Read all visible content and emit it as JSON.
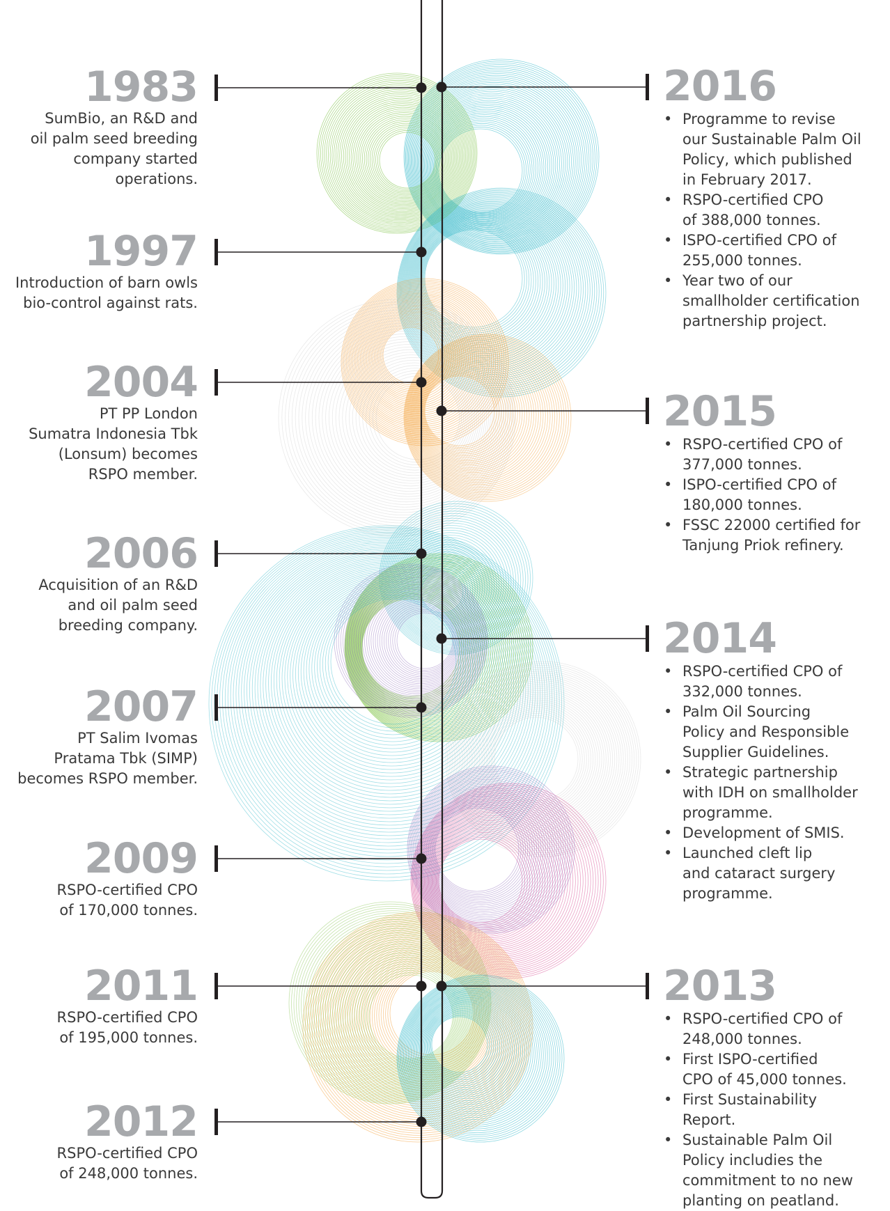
{
  "timeline": {
    "left_events": [
      {
        "year": "1983",
        "desc": "SumBio, an R&D and\noil palm seed breeding\ncompany started\noperations."
      },
      {
        "year": "1997",
        "desc": "Introduction of barn owls\nbio-control against rats."
      },
      {
        "year": "2004",
        "desc": "PT PP London\nSumatra Indonesia Tbk\n(Lonsum) becomes\nRSPO member."
      },
      {
        "year": "2006",
        "desc": "Acquisition of an R&D\nand oil palm seed\nbreeding company."
      },
      {
        "year": "2007",
        "desc": "PT Salim Ivomas\nPratama Tbk (SIMP)\nbecomes RSPO member."
      },
      {
        "year": "2009",
        "desc": "RSPO-certified CPO\nof 170,000 tonnes."
      },
      {
        "year": "2011",
        "desc": "RSPO-certified CPO\nof 195,000 tonnes."
      },
      {
        "year": "2012",
        "desc": "RSPO-certified CPO\nof 248,000 tonnes."
      }
    ],
    "right_events": [
      {
        "year": "2016",
        "items": [
          "Programme to revise\nour Sustainable Palm Oil\nPolicy, which published\nin February 2017.",
          "RSPO-certified CPO\nof 388,000 tonnes.",
          "ISPO-certified CPO of\n255,000 tonnes.",
          "Year two of our\nsmallholder certification\npartnership project."
        ]
      },
      {
        "year": "2015",
        "items": [
          "RSPO-certified CPO of\n377,000 tonnes.",
          "ISPO-certified CPO of\n180,000 tonnes.",
          "FSSC 22000 certified for\nTanjung Priok refinery."
        ]
      },
      {
        "year": "2014",
        "items": [
          "RSPO-certified CPO of\n332,000 tonnes.",
          "Palm Oil Sourcing\nPolicy and Responsible\nSupplier Guidelines.",
          "Strategic partnership\nwith IDH on smallholder\nprogramme.",
          "Development of SMIS.",
          "Launched cleft lip\nand cataract surgery\nprogramme."
        ]
      },
      {
        "year": "2013",
        "items": [
          "RSPO-certified CPO of\n248,000 tonnes.",
          "First ISPO-certified\nCPO of 45,000 tonnes.",
          "First Sustainability\nReport.",
          "Sustainable Palm Oil\nPolicy includies the\ncommitment to no new\nplanting on peatland."
        ]
      }
    ]
  },
  "colors": {
    "year_gray": "#a7a9ac",
    "text": "#3a3a3a",
    "line": "#231f20",
    "green": "#7cc242",
    "cyan": "#2bb6c8",
    "orange": "#f4a13a",
    "purple": "#8a66b8",
    "magenta": "#d7458f",
    "light_gray": "#cfcfcf"
  }
}
